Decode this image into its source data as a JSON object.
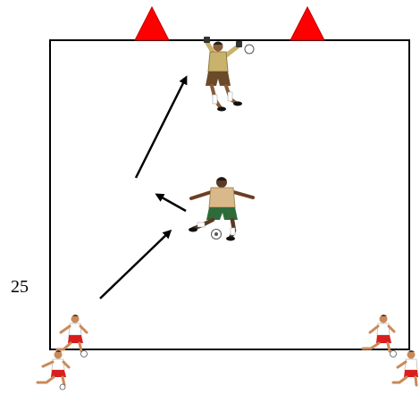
{
  "field": {
    "dimension_label": "25",
    "line_color": "#000000",
    "background": "#ffffff"
  },
  "goal_markers": {
    "count": 2,
    "color": "#ff0000",
    "shape": "triangle"
  },
  "arrows": {
    "count": 3,
    "color": "#000000"
  },
  "players": {
    "goalkeeper": {
      "kit_top": "#c9b26b",
      "kit_shorts": "#6b4a2a",
      "role": "goalkeeper"
    },
    "midfield_player": {
      "kit_top": "#d9b98a",
      "kit_shorts": "#2f6b3a",
      "role": "shooter"
    },
    "waiting_players": {
      "count": 4,
      "kit_top": "#ffffff",
      "kit_shorts": "#d81e1e"
    }
  }
}
